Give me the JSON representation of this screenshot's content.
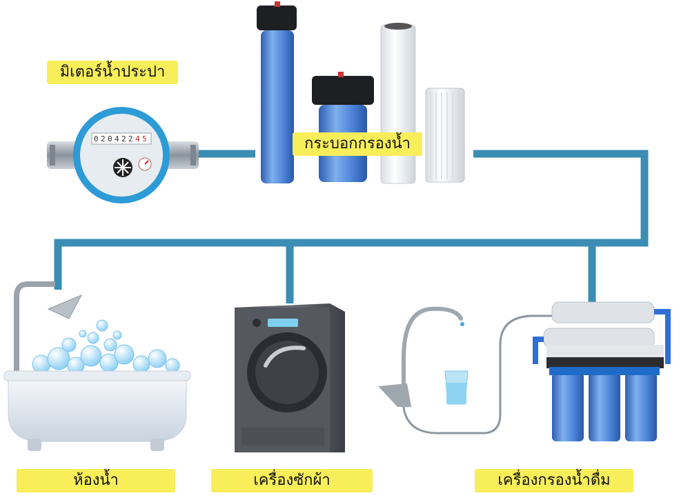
{
  "labels": {
    "meter": "มิเตอร์น้ำประปา",
    "filter_housing": "กระบอกกรองน้ำ",
    "bathroom": "ห้องน้ำ",
    "washing_machine": "เครื่องซักผ้า",
    "water_purifier": "เครื่องกรองน้ำดื่ม"
  },
  "meter_digits": [
    "0",
    "2",
    "0",
    "4",
    "2",
    "2",
    "4",
    "5"
  ],
  "colors": {
    "pipe": "#3b8db3",
    "label_bg": "#f7ee5a",
    "filter_blue": "#3f7fd0",
    "meter_rim": "#2d9bd6"
  }
}
